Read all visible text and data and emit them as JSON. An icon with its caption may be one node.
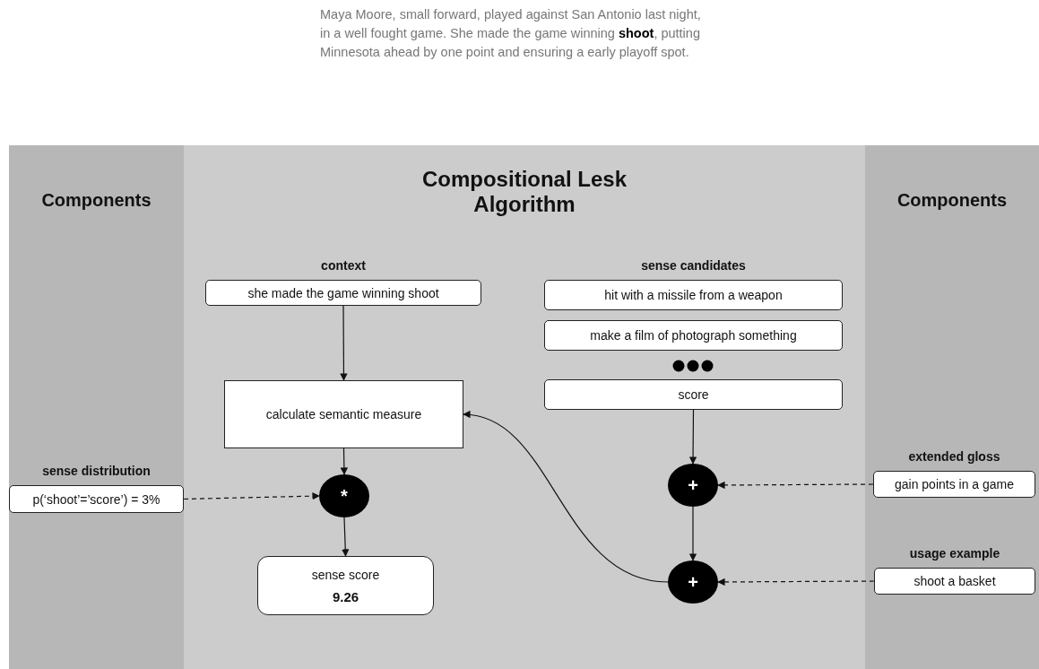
{
  "diagram": {
    "nodes": [
      {
        "text": [
          "Components"
        ]
      },
      {
        "text": [
          "Compositional Lesk Algorithm"
        ]
      },
      {
        "text": [
          "Components"
        ]
      },
      {
        "text": [
          "context",
          "she made the game winning shoot"
        ],
        "in": 1
      },
      {
        "text": [
          "calculate semantic measure"
        ],
        "in": 1
      },
      {
        "text": [
          "sense distribution",
          "p(‘shoot’=’score’) = 3%"
        ],
        "in": 0
      },
      {
        "text": [
          "*"
        ],
        "in": 1
      },
      {
        "text": [
          "sense score",
          "9.26"
        ],
        "in": 1
      },
      {
        "text": [
          "sense candidates",
          "hit with a missile from a weapon"
        ],
        "in": 1
      },
      {
        "text": [
          "make a film of photograph something"
        ],
        "in": 1
      },
      {
        "text": [
          "score"
        ],
        "in": 1
      },
      {
        "text": [
          "+"
        ],
        "in": 1
      },
      {
        "text": [
          "extended gloss",
          "gain points in a game"
        ],
        "in": 2
      },
      {
        "text": [
          "+"
        ],
        "in": 1
      },
      {
        "text": [
          "usage example",
          "shoot a basket"
        ],
        "in": 2
      }
    ],
    "edges": [
      {
        "from": 3,
        "to": 4,
        "arrow": "to"
      },
      {
        "from": 4,
        "to": 6,
        "arrow": "to"
      },
      {
        "from": 5,
        "to": 6,
        "arrow": "to",
        "style": "dashed"
      },
      {
        "from": 6,
        "to": 7,
        "arrow": "to"
      },
      {
        "from": 10,
        "to": 11,
        "arrow": "to"
      },
      {
        "from": 12,
        "to": 11,
        "arrow": "to",
        "style": "dashed"
      },
      {
        "from": 11,
        "to": 13,
        "arrow": "to"
      },
      {
        "from": 14,
        "to": 13,
        "arrow": "to",
        "style": "dashed"
      },
      {
        "from": 13,
        "to": 4,
        "arrow": "to"
      }
    ],
    "labels": [
      "Maya Moore, small forward, played against San Antonio last night, in a well fought game. She made the game winning **shoot**, putting Minnesota ahead by one point and ensuring a early playoff spot."
    ]
  }
}
